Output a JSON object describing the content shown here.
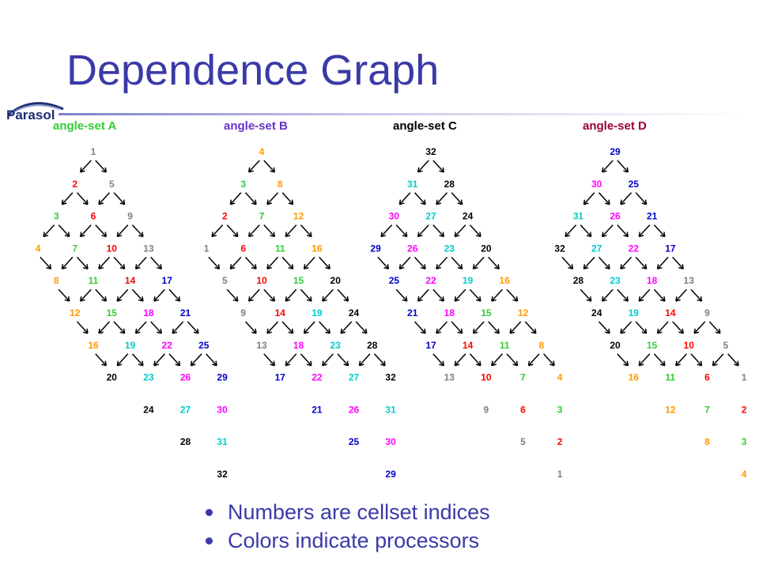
{
  "slide": {
    "title": "Dependence Graph",
    "logo_text": "Parasol",
    "bullets": [
      "Numbers are cellset indices",
      "Colors indicate processors"
    ]
  },
  "colors": {
    "title": "#3a3aa8",
    "p0": "#808080",
    "p1": "#ff0000",
    "p2": "#33cc33",
    "p3": "#ff9900",
    "p4": "#ff00ff",
    "p5": "#00cccc",
    "p6": "#0000cc",
    "p7": "#000000"
  },
  "diagram": {
    "angle_sets": [
      {
        "label": "angle-set A",
        "label_color": "#33cc33",
        "rows": [
          [
            {
              "v": "1",
              "c": "p0"
            }
          ],
          [
            {
              "v": "2",
              "c": "p1"
            },
            {
              "v": "5",
              "c": "p0"
            }
          ],
          [
            {
              "v": "3",
              "c": "p2"
            },
            {
              "v": "6",
              "c": "p1"
            },
            {
              "v": "9",
              "c": "p0"
            }
          ],
          [
            {
              "v": "4",
              "c": "p3"
            },
            {
              "v": "7",
              "c": "p2"
            },
            {
              "v": "10",
              "c": "p1"
            },
            {
              "v": "13",
              "c": "p0"
            }
          ],
          [
            {
              "v": "8",
              "c": "p3"
            },
            {
              "v": "11",
              "c": "p2"
            },
            {
              "v": "14",
              "c": "p1"
            },
            {
              "v": "17",
              "c": "p6"
            }
          ],
          [
            {
              "v": "12",
              "c": "p3"
            },
            {
              "v": "15",
              "c": "p2"
            },
            {
              "v": "18",
              "c": "p4"
            },
            {
              "v": "21",
              "c": "p6"
            }
          ],
          [
            {
              "v": "16",
              "c": "p3"
            },
            {
              "v": "19",
              "c": "p5"
            },
            {
              "v": "22",
              "c": "p4"
            },
            {
              "v": "25",
              "c": "p6"
            }
          ],
          [
            {
              "v": "20",
              "c": "p7"
            },
            {
              "v": "23",
              "c": "p5"
            },
            {
              "v": "26",
              "c": "p4"
            },
            {
              "v": "29",
              "c": "p6"
            }
          ],
          [
            {
              "v": "24",
              "c": "p7"
            },
            {
              "v": "27",
              "c": "p5"
            },
            {
              "v": "30",
              "c": "p4"
            }
          ],
          [
            {
              "v": "28",
              "c": "p7"
            },
            {
              "v": "31",
              "c": "p5"
            }
          ],
          [
            {
              "v": "32",
              "c": "p7"
            }
          ]
        ]
      },
      {
        "label": "angle-set B",
        "label_color": "#6633cc",
        "rows": [
          [
            {
              "v": "4",
              "c": "p3"
            }
          ],
          [
            {
              "v": "3",
              "c": "p2"
            },
            {
              "v": "8",
              "c": "p3"
            }
          ],
          [
            {
              "v": "2",
              "c": "p1"
            },
            {
              "v": "7",
              "c": "p2"
            },
            {
              "v": "12",
              "c": "p3"
            }
          ],
          [
            {
              "v": "1",
              "c": "p0"
            },
            {
              "v": "6",
              "c": "p1"
            },
            {
              "v": "11",
              "c": "p2"
            },
            {
              "v": "16",
              "c": "p3"
            }
          ],
          [
            {
              "v": "5",
              "c": "p0"
            },
            {
              "v": "10",
              "c": "p1"
            },
            {
              "v": "15",
              "c": "p2"
            },
            {
              "v": "20",
              "c": "p7"
            }
          ],
          [
            {
              "v": "9",
              "c": "p0"
            },
            {
              "v": "14",
              "c": "p1"
            },
            {
              "v": "19",
              "c": "p5"
            },
            {
              "v": "24",
              "c": "p7"
            }
          ],
          [
            {
              "v": "13",
              "c": "p0"
            },
            {
              "v": "18",
              "c": "p4"
            },
            {
              "v": "23",
              "c": "p5"
            },
            {
              "v": "28",
              "c": "p7"
            }
          ],
          [
            {
              "v": "17",
              "c": "p6"
            },
            {
              "v": "22",
              "c": "p4"
            },
            {
              "v": "27",
              "c": "p5"
            },
            {
              "v": "32",
              "c": "p7"
            }
          ],
          [
            {
              "v": "21",
              "c": "p6"
            },
            {
              "v": "26",
              "c": "p4"
            },
            {
              "v": "31",
              "c": "p5"
            }
          ],
          [
            {
              "v": "25",
              "c": "p6"
            },
            {
              "v": "30",
              "c": "p4"
            }
          ],
          [
            {
              "v": "29",
              "c": "p6"
            }
          ]
        ]
      },
      {
        "label": "angle-set C",
        "label_color": "#000000",
        "rows": [
          [
            {
              "v": "32",
              "c": "p7"
            }
          ],
          [
            {
              "v": "31",
              "c": "p5"
            },
            {
              "v": "28",
              "c": "p7"
            }
          ],
          [
            {
              "v": "30",
              "c": "p4"
            },
            {
              "v": "27",
              "c": "p5"
            },
            {
              "v": "24",
              "c": "p7"
            }
          ],
          [
            {
              "v": "29",
              "c": "p6"
            },
            {
              "v": "26",
              "c": "p4"
            },
            {
              "v": "23",
              "c": "p5"
            },
            {
              "v": "20",
              "c": "p7"
            }
          ],
          [
            {
              "v": "25",
              "c": "p6"
            },
            {
              "v": "22",
              "c": "p4"
            },
            {
              "v": "19",
              "c": "p5"
            },
            {
              "v": "16",
              "c": "p3"
            }
          ],
          [
            {
              "v": "21",
              "c": "p6"
            },
            {
              "v": "18",
              "c": "p4"
            },
            {
              "v": "15",
              "c": "p2"
            },
            {
              "v": "12",
              "c": "p3"
            }
          ],
          [
            {
              "v": "17",
              "c": "p6"
            },
            {
              "v": "14",
              "c": "p1"
            },
            {
              "v": "11",
              "c": "p2"
            },
            {
              "v": "8",
              "c": "p3"
            }
          ],
          [
            {
              "v": "13",
              "c": "p0"
            },
            {
              "v": "10",
              "c": "p1"
            },
            {
              "v": "7",
              "c": "p2"
            },
            {
              "v": "4",
              "c": "p3"
            }
          ],
          [
            {
              "v": "9",
              "c": "p0"
            },
            {
              "v": "6",
              "c": "p1"
            },
            {
              "v": "3",
              "c": "p2"
            }
          ],
          [
            {
              "v": "5",
              "c": "p0"
            },
            {
              "v": "2",
              "c": "p1"
            }
          ],
          [
            {
              "v": "1",
              "c": "p0"
            }
          ]
        ]
      },
      {
        "label": "angle-set D",
        "label_color": "#990033",
        "rows": [
          [
            {
              "v": "29",
              "c": "p6"
            }
          ],
          [
            {
              "v": "30",
              "c": "p4"
            },
            {
              "v": "25",
              "c": "p6"
            }
          ],
          [
            {
              "v": "31",
              "c": "p5"
            },
            {
              "v": "26",
              "c": "p4"
            },
            {
              "v": "21",
              "c": "p6"
            }
          ],
          [
            {
              "v": "32",
              "c": "p7"
            },
            {
              "v": "27",
              "c": "p5"
            },
            {
              "v": "22",
              "c": "p4"
            },
            {
              "v": "17",
              "c": "p6"
            }
          ],
          [
            {
              "v": "28",
              "c": "p7"
            },
            {
              "v": "23",
              "c": "p5"
            },
            {
              "v": "18",
              "c": "p4"
            },
            {
              "v": "13",
              "c": "p0"
            }
          ],
          [
            {
              "v": "24",
              "c": "p7"
            },
            {
              "v": "19",
              "c": "p5"
            },
            {
              "v": "14",
              "c": "p1"
            },
            {
              "v": "9",
              "c": "p0"
            }
          ],
          [
            {
              "v": "20",
              "c": "p7"
            },
            {
              "v": "15",
              "c": "p2"
            },
            {
              "v": "10",
              "c": "p1"
            },
            {
              "v": "5",
              "c": "p0"
            }
          ],
          [
            {
              "v": "16",
              "c": "p3"
            },
            {
              "v": "11",
              "c": "p2"
            },
            {
              "v": "6",
              "c": "p1"
            },
            {
              "v": "1",
              "c": "p0"
            }
          ],
          [
            {
              "v": "12",
              "c": "p3"
            },
            {
              "v": "7",
              "c": "p2"
            },
            {
              "v": "2",
              "c": "p1"
            }
          ],
          [
            {
              "v": "8",
              "c": "p3"
            },
            {
              "v": "3",
              "c": "p2"
            }
          ],
          [
            {
              "v": "4",
              "c": "p3"
            }
          ]
        ]
      }
    ]
  }
}
